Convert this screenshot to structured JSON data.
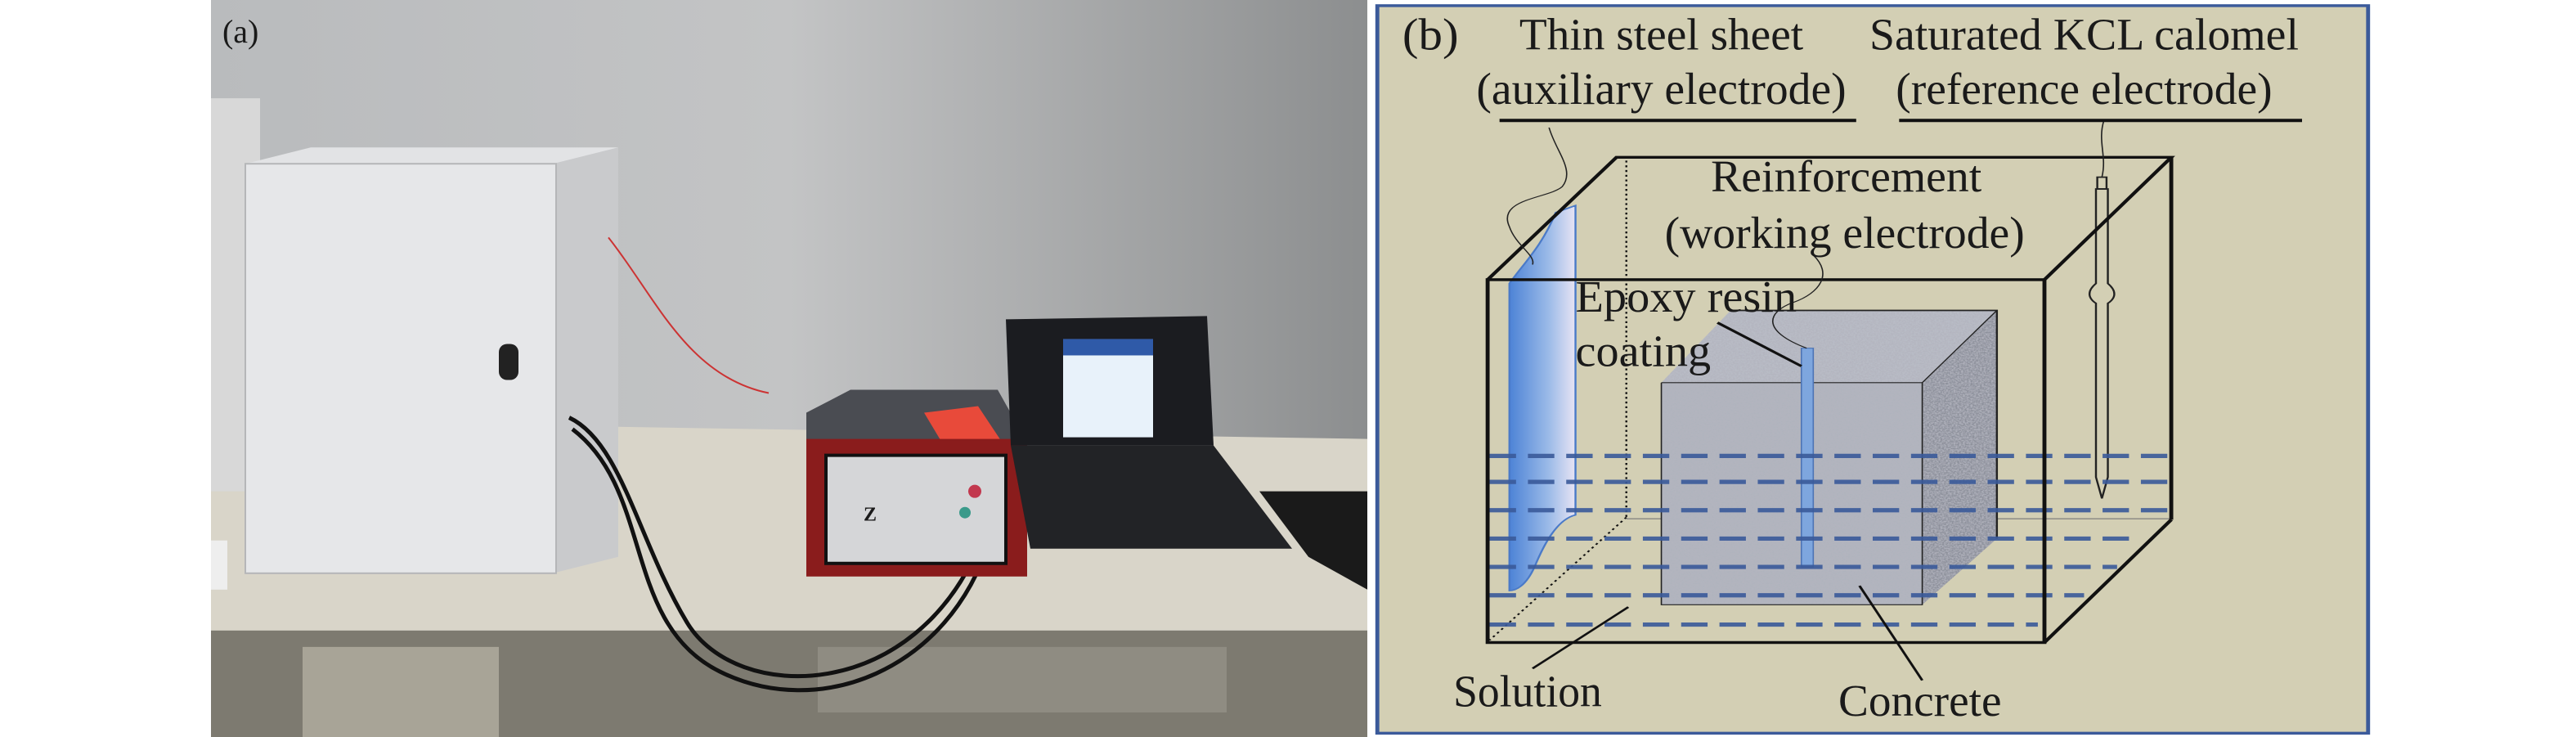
{
  "panel_a": {
    "label": "(a)"
  },
  "panel_b": {
    "label": "(b)",
    "auxiliary": {
      "line1": "Thin steel sheet",
      "line2": "(auxiliary electrode)"
    },
    "reference": {
      "line1": "Saturated KCL calomel",
      "line2": "(reference electrode)"
    },
    "working": {
      "line1": "Reinforcement",
      "line2": "(working electrode)"
    },
    "coating": {
      "line1": "Epoxy resin",
      "line2": "coating"
    },
    "solution_label": "Solution",
    "concrete_label": "Concrete",
    "colors": {
      "background": "#d3cfb4",
      "border": "#3b5a9a",
      "solution_dash": "#3a5a9a",
      "electrode_blue": "#6f9ad8"
    }
  }
}
